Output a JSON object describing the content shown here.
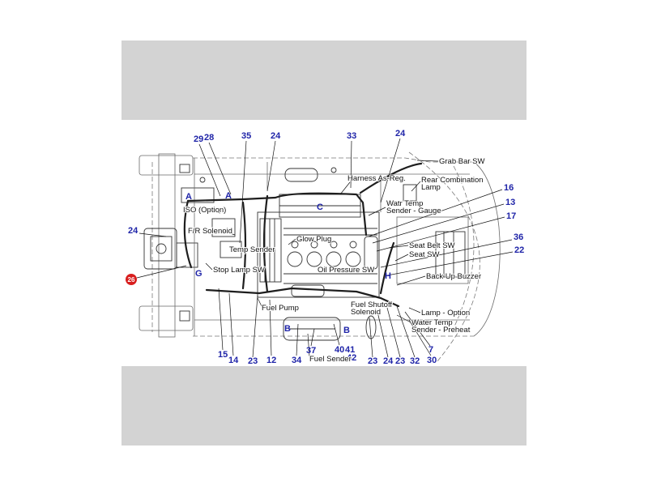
{
  "diagram": {
    "callouts": [
      "29",
      "28",
      "35",
      "24",
      "33",
      "24",
      "16",
      "13",
      "17",
      "36",
      "22",
      "24",
      "26",
      "A",
      "A",
      "C",
      "G",
      "H",
      "B",
      "B",
      "15",
      "14",
      "23",
      "12",
      "34",
      "37",
      "40",
      "41",
      "42",
      "23",
      "24",
      "23",
      "32",
      "7",
      "30"
    ],
    "labels": [
      "Grab Bar SW",
      "Harness As-Reg.",
      "Rear Combination",
      "Lamp",
      "Watr Temp",
      "Sender - Gauge",
      "ISO (Option)",
      "F/R Solenoid",
      "Temp Sender",
      "Glow Plug",
      "Seat Belt SW",
      "Seat SW",
      "Stop Lamp SW",
      "Oil Pressure SW",
      "Back Up Buzzer",
      "Fuel Pump",
      "Fuel Shutoff",
      "Solenoid",
      "Lamp - Option",
      "Water Temp",
      "Sender - Preheat",
      "Fuel Sender"
    ],
    "colors": {
      "callout": "#1f24a8",
      "highlight": "#d81e1e",
      "panel": "#d3d3d3",
      "canvas": "#ffffff"
    }
  }
}
